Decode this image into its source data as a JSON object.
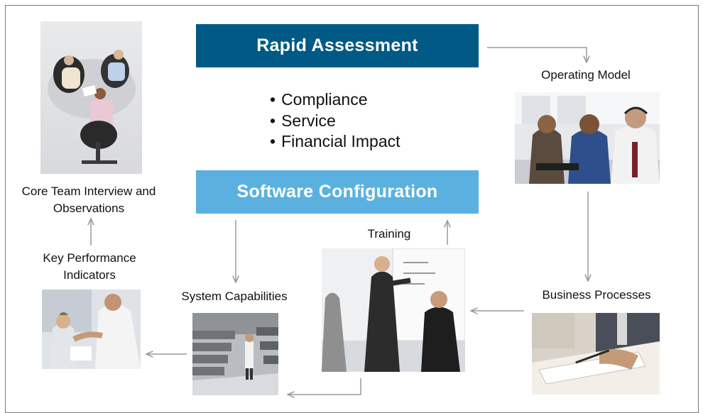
{
  "boxes": {
    "rapid_assessment": "Rapid Assessment",
    "software_configuration": "Software Configuration"
  },
  "bullets": [
    "Compliance",
    "Service",
    "Financial Impact"
  ],
  "labels": {
    "core_team": "Core Team Interview and Observations",
    "kpi": "Key Performance Indicators",
    "operating_model": "Operating Model",
    "business_processes": "Business Processes",
    "system_capabilities": "System Capabilities",
    "training": "Training"
  },
  "photos": {
    "core_team": "meeting photo",
    "operating_model": "call center agents photo",
    "business_processes": "signing document photo",
    "training": "whiteboard presentation photo",
    "system_capabilities": "server racks photo",
    "kpi": "handshake interview photo"
  },
  "colors": {
    "dark_box": "#005a85",
    "light_box": "#5ab1e0",
    "arrow": "#9a9a9a",
    "frame": "#7a7a7a"
  }
}
